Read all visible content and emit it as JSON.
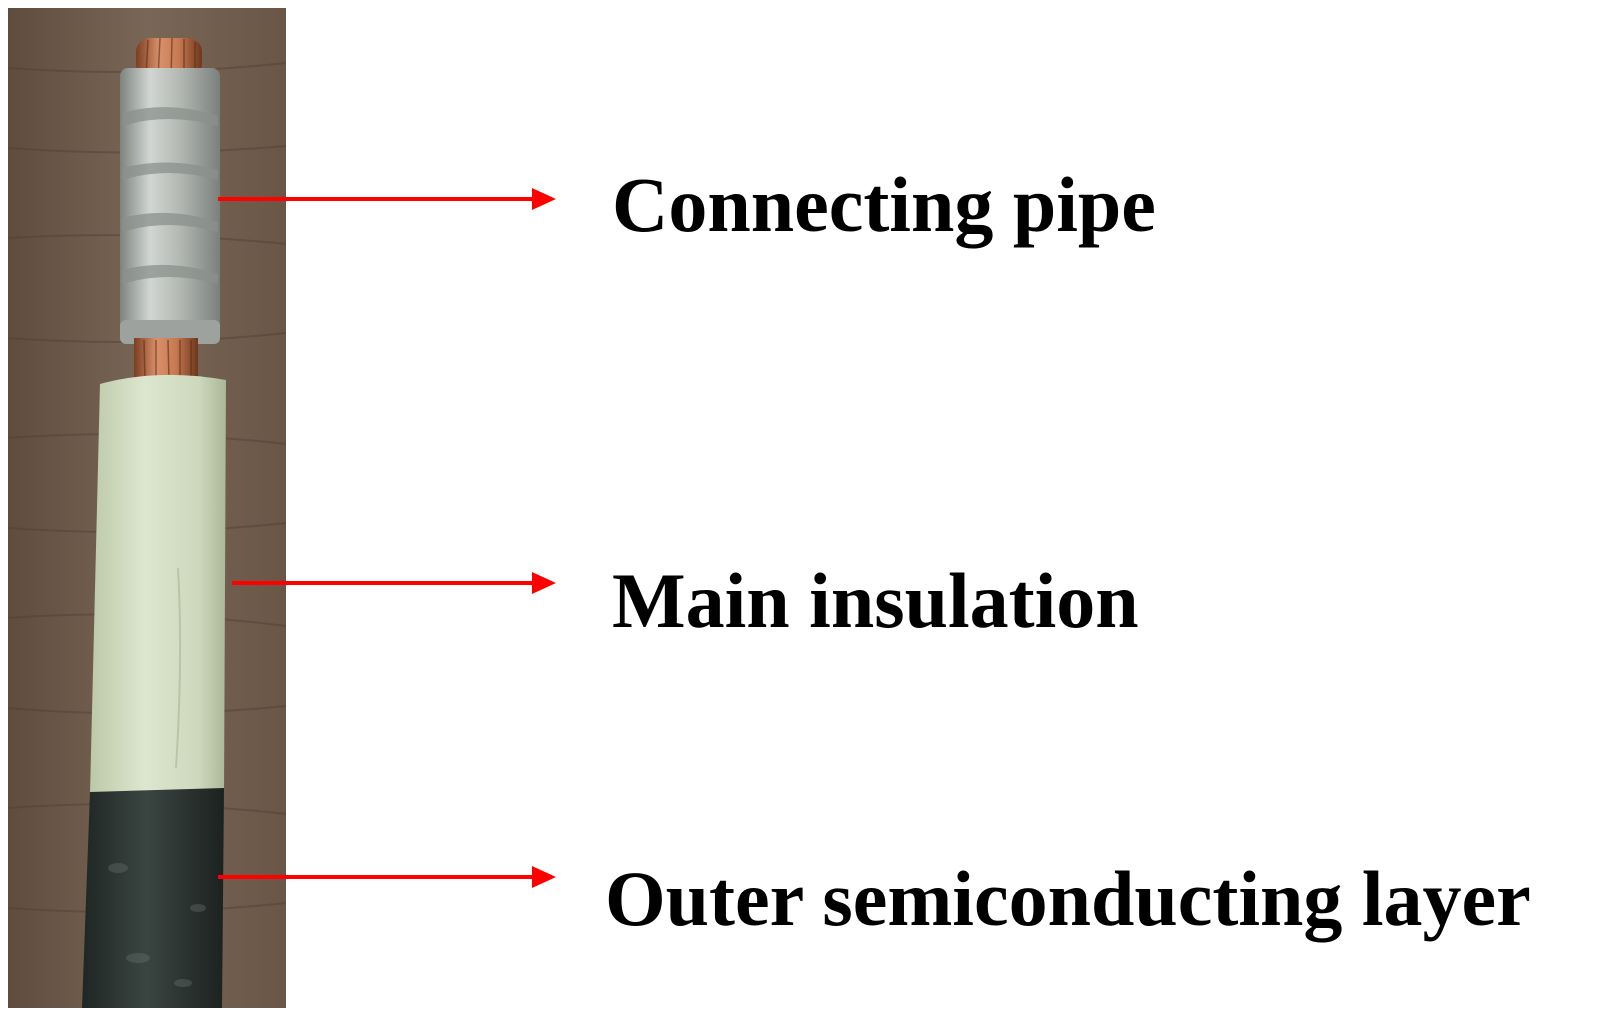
{
  "labels": {
    "connecting_pipe": "Connecting pipe",
    "main_insulation": "Main insulation",
    "outer_semiconducting_layer": "Outer semiconducting layer"
  },
  "colors": {
    "arrow": "#ff0000",
    "label_text": "#000000",
    "wood_background": "#6f5a4a",
    "copper_conductor": "#b8704a",
    "connecting_pipe": "#a9aeaa",
    "main_insulation": "#cfd9bf",
    "outer_semiconducting_layer": "#2b3432"
  }
}
